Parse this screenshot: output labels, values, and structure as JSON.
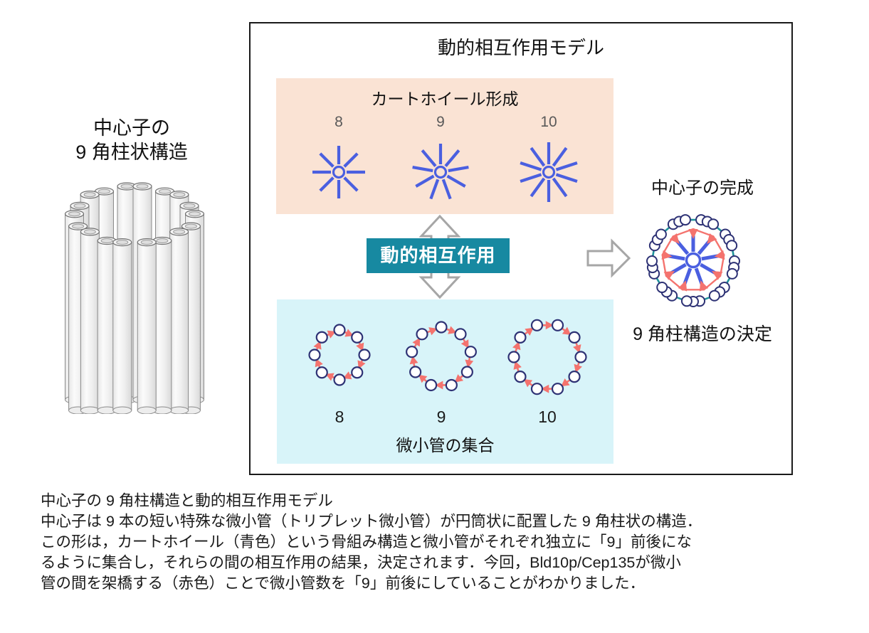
{
  "colors": {
    "blue": "#4a5fe0",
    "salmon": "#f4736e",
    "navy": "#2e3275",
    "teal_line": "#20939b",
    "teal_box": "#1789a1",
    "orange_bg": "#fae3d4",
    "cyan_bg": "#d8f4f9",
    "arrow_gray": "#a6a6a6",
    "number_gray": "#595959"
  },
  "left_panel": {
    "label_line1": "中心子の",
    "label_line2": "9 角柱状構造"
  },
  "model_box": {
    "title": "動的相互作用モデル",
    "cartwheel_panel": {
      "title": "カートホイール形成",
      "items": [
        {
          "label": "8",
          "spokes": 8
        },
        {
          "label": "9",
          "spokes": 9
        },
        {
          "label": "10",
          "spokes": 10
        }
      ]
    },
    "interaction_label": "動的相互作用",
    "microtubule_panel": {
      "caption": "微小管の集合",
      "items": [
        {
          "label": "8",
          "circles": 8
        },
        {
          "label": "9",
          "circles": 9
        },
        {
          "label": "10",
          "circles": 10
        }
      ]
    },
    "completion": {
      "title": "中心子の完成",
      "spokes": 9,
      "triplets": 9,
      "caption": "9 角柱構造の決定"
    }
  },
  "caption_lines": [
    "中心子の 9 角柱構造と動的相互作用モデル",
    "中心子は 9 本の短い特殊な微小管（トリプレット微小管）が円筒状に配置した 9 角柱状の構造．",
    "この形は，カートホイール（青色）という骨組み構造と微小管がそれぞれ独立に「9」前後にな",
    "るように集合し，それらの間の相互作用の結果，決定されます．今回，Bld10p/Cep135が微小",
    "管の間を架橋する（赤色）ことで微小管数を「9」前後にしていることがわかりました．"
  ]
}
